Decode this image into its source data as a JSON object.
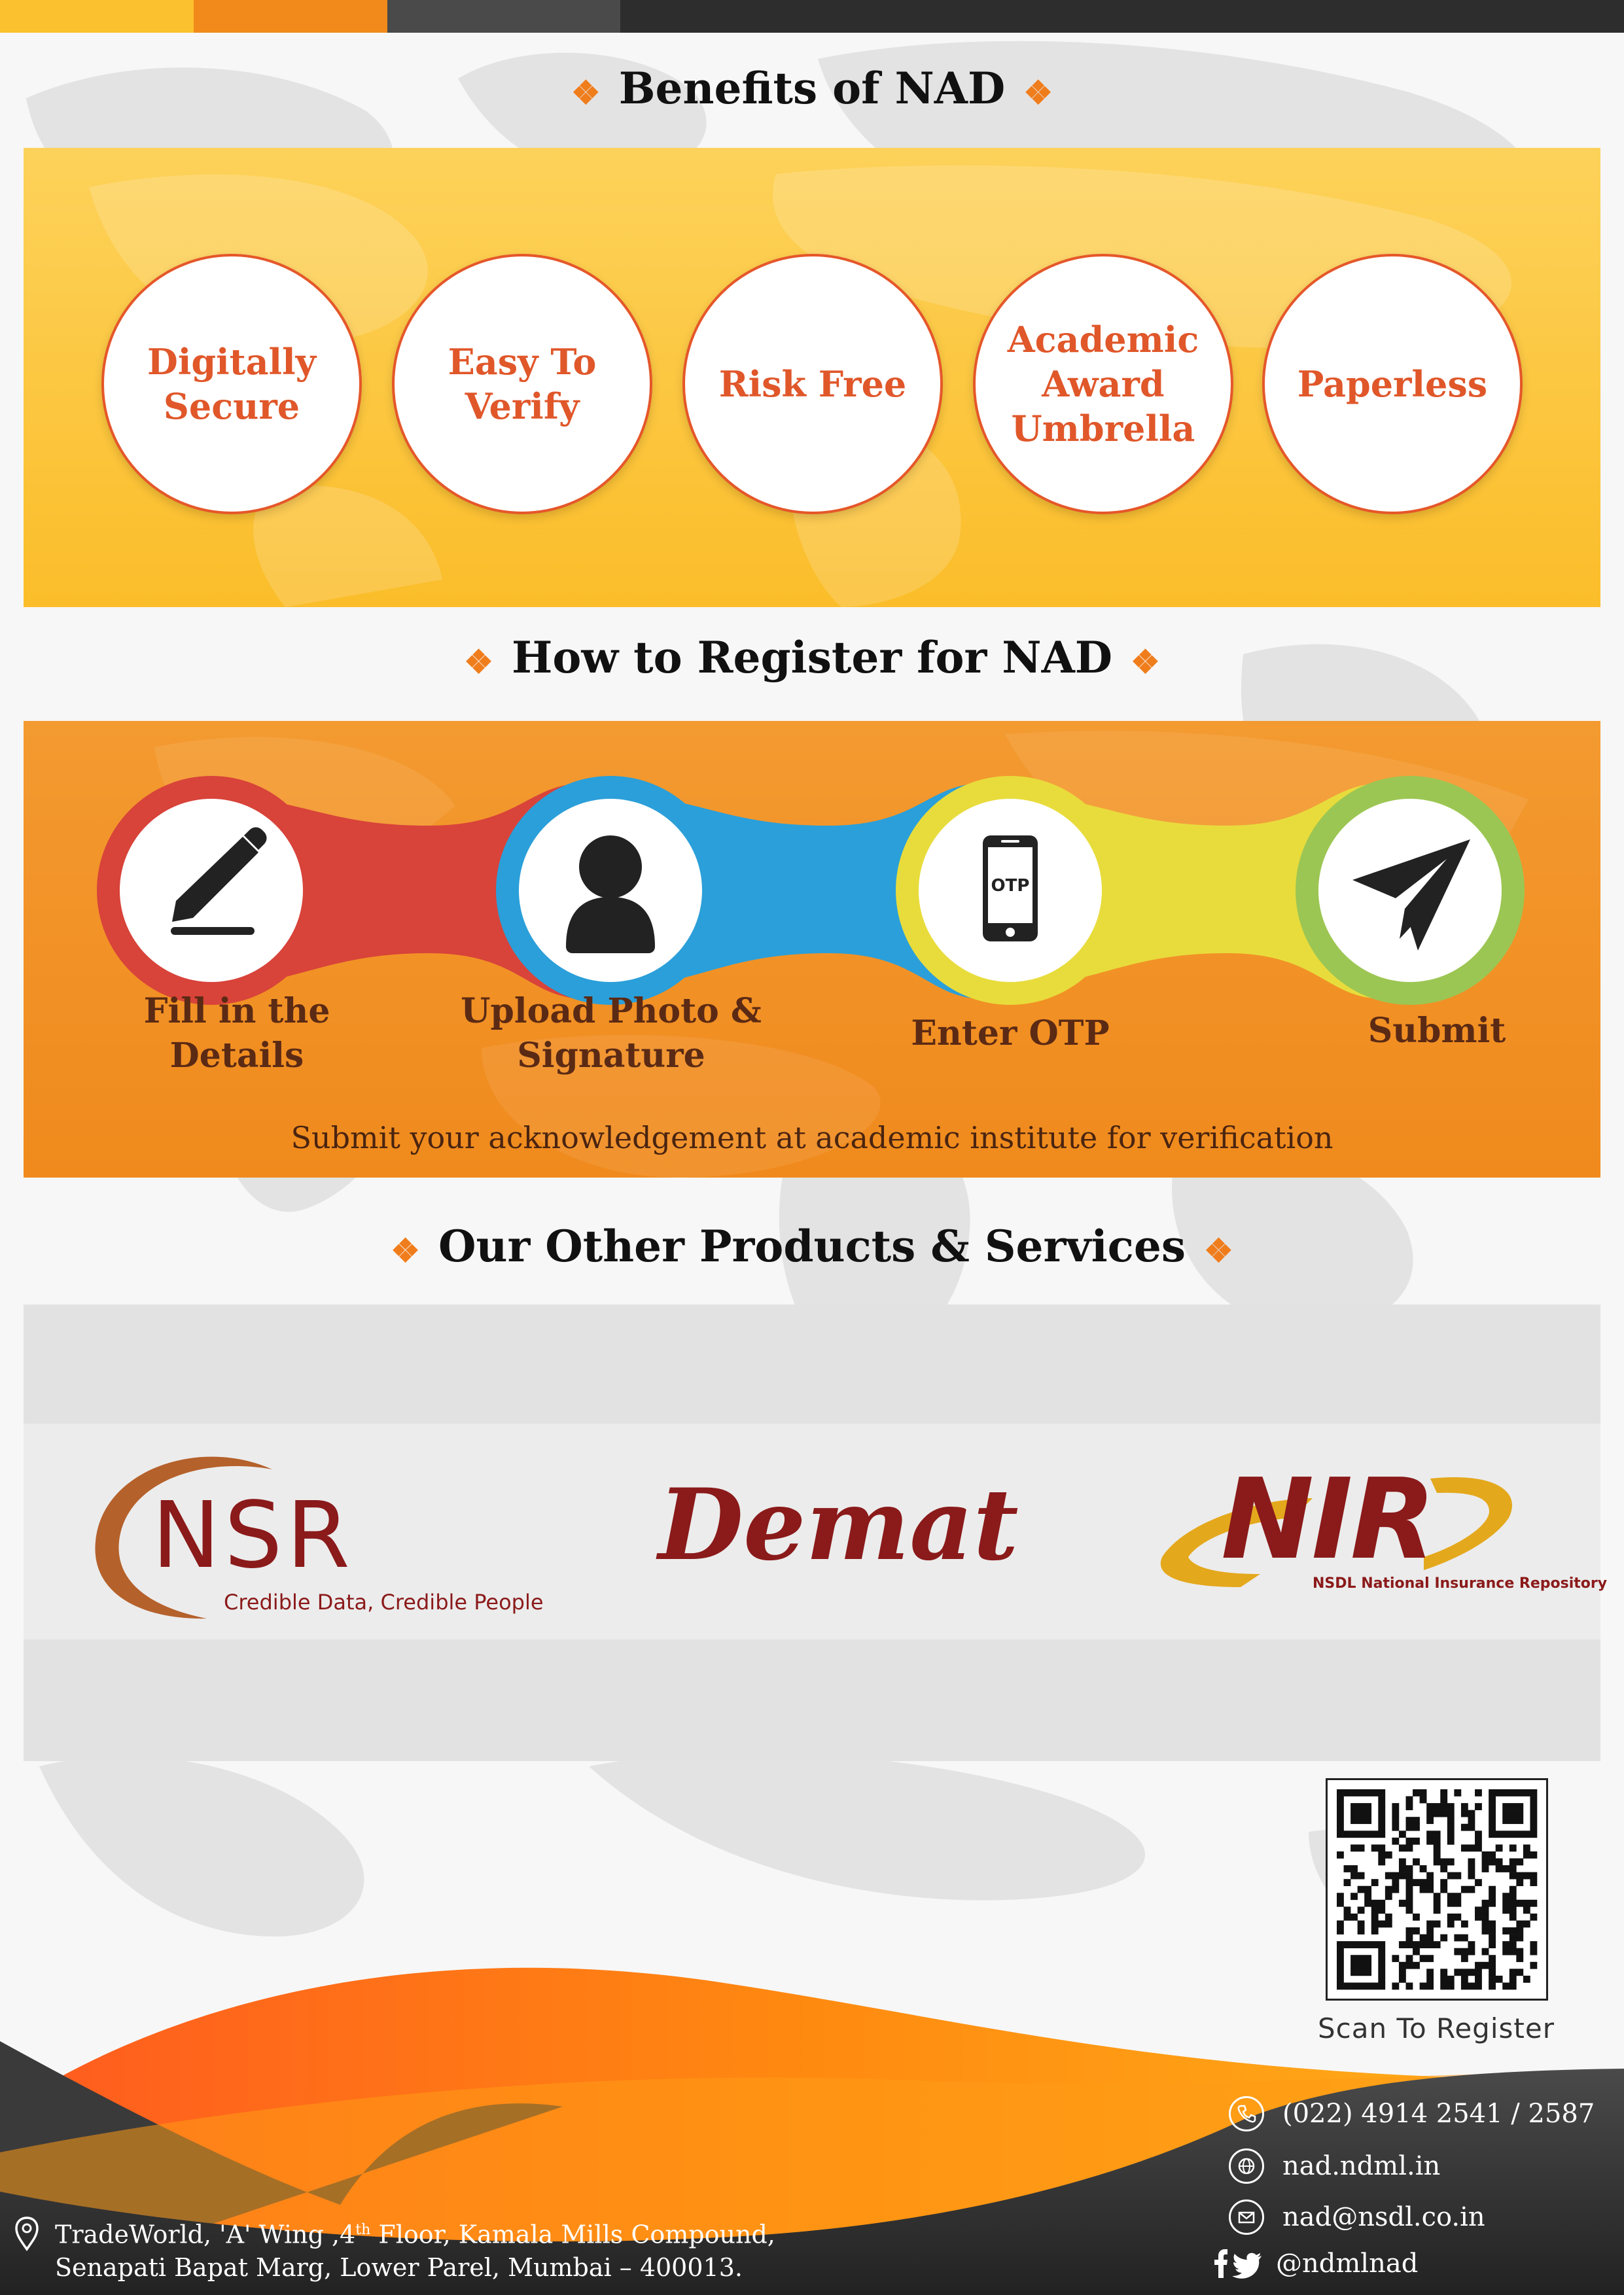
{
  "benefits": {
    "title": "Benefits of NAD",
    "items": [
      {
        "label": "Digitally Secure"
      },
      {
        "label": "Easy To Verify"
      },
      {
        "label": "Risk Free"
      },
      {
        "label": "Academic Award Umbrella"
      },
      {
        "label": "Paperless"
      }
    ]
  },
  "register": {
    "title": "How to Register for NAD",
    "steps": [
      {
        "label": "Fill in the Details",
        "icon": "pen-icon",
        "color": "#d8433a"
      },
      {
        "label": "Upload Photo & Signature",
        "icon": "user-icon",
        "color": "#2b9fd9"
      },
      {
        "label": "Enter OTP",
        "icon": "phone-otp-icon",
        "otp_text": "OTP",
        "color": "#e8dc3c"
      },
      {
        "label": "Submit",
        "icon": "paper-plane-icon",
        "color": "#9cc653"
      }
    ],
    "note": "Submit your acknowledgement at academic institute for verification"
  },
  "products": {
    "title": "Our Other Products & Services",
    "nsr": {
      "letters": "NSR",
      "tagline": "Credible Data, Credible People"
    },
    "demat": {
      "name": "Demat"
    },
    "nir": {
      "letters": "NIR",
      "tagline": "NSDL National Insurance Repository"
    }
  },
  "qr": {
    "caption": "Scan To Register"
  },
  "contact": {
    "phone": "(022) 4914 2541 / 2587",
    "website": "nad.ndml.in",
    "email": "nad@nsdl.co.in",
    "social": "@ndmlnad"
  },
  "address": {
    "line1_prefix": "TradeWorld, 'A' Wing ,4",
    "line1_sup": "th",
    "line1_suffix": " Floor, Kamala Mills Compound,",
    "line2": "Senapati Bapat Marg, Lower Parel, Mumbai – 400013."
  },
  "colors": {
    "orange": "#f0861c",
    "yellow": "#fbc12e",
    "dark": "#2f2f2f",
    "accent_red": "#e0572a",
    "brown": "#5b2a14",
    "maroon": "#8b1a1a"
  }
}
